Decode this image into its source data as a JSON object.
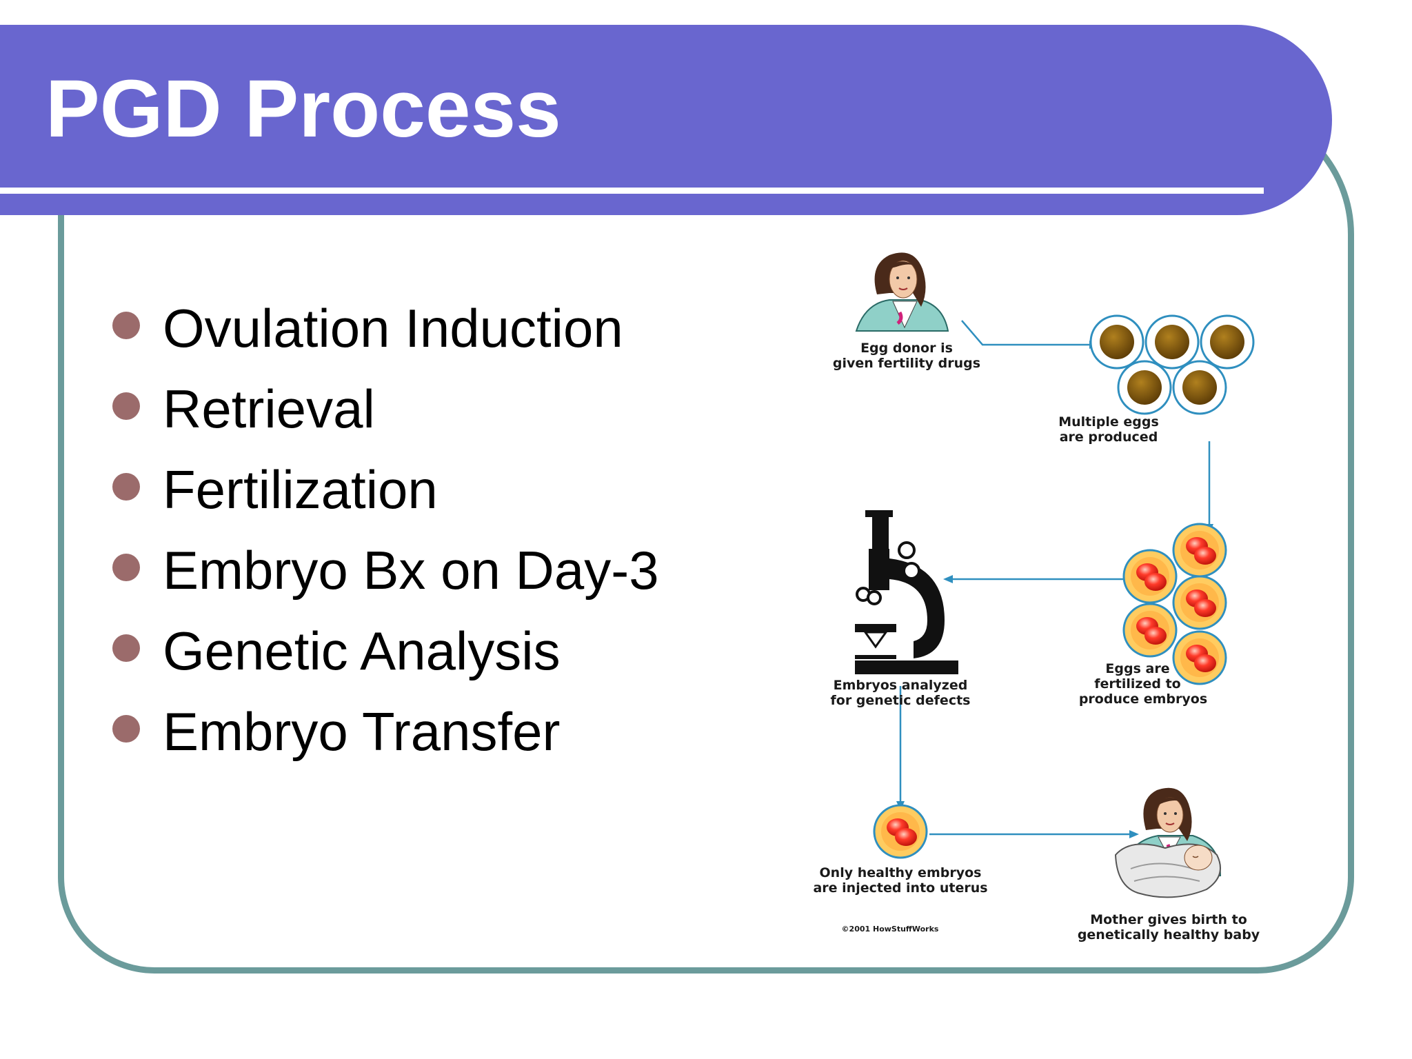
{
  "slide": {
    "title": "PGD Process",
    "colors": {
      "banner": "#6966cf",
      "frame": "#6b9b9b",
      "bullet": "#9b6b6b",
      "arrow": "#2f8fbf"
    }
  },
  "bullets": [
    "Ovulation Induction",
    "Retrieval",
    "Fertilization",
    "Embryo Bx on Day-3",
    "Genetic Analysis",
    "Embryo Transfer"
  ],
  "diagram": {
    "steps": [
      {
        "icon": "woman-icon",
        "line1": "Egg donor is",
        "line2": "given fertility drugs"
      },
      {
        "icon": "eggs-icon",
        "line1": "Multiple eggs",
        "line2": "are produced"
      },
      {
        "icon": "embryos-icon",
        "line1": "Eggs are",
        "line2": "fertilized to",
        "line3": "produce embryos"
      },
      {
        "icon": "microscope-icon",
        "line1": "Embryos analyzed",
        "line2": "for genetic defects"
      },
      {
        "icon": "embryo-icon",
        "line1": "Only healthy embryos",
        "line2": "are injected into uterus"
      },
      {
        "icon": "mother-baby-icon",
        "line1": "Mother gives birth to",
        "line2": "genetically healthy baby"
      }
    ],
    "copyright": "©2001 HowStuffWorks"
  }
}
